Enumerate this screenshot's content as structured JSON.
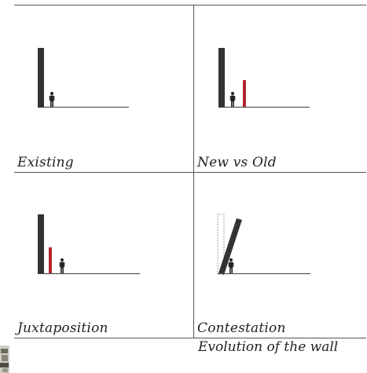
{
  "panels": [
    {
      "label": "Existing",
      "state": "existing"
    },
    {
      "label": "New vs Old",
      "state": "new-vs-old"
    },
    {
      "label": "Juxtaposition",
      "state": "juxtaposition"
    },
    {
      "label": "Contestation",
      "state": "contestation"
    }
  ],
  "caption": "Evolution of the wall",
  "colors": {
    "old_wall": "#333333",
    "new_wall": "#b3252a",
    "ground": "#555555",
    "figure": "#222222"
  }
}
